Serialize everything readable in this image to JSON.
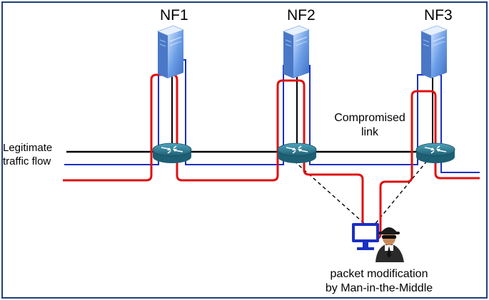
{
  "labels": {
    "nf1": "NF1",
    "nf2": "NF2",
    "nf3": "NF3",
    "legit_line1": "Legitimate",
    "legit_line2": "traffic flow",
    "compromised_line1": "Compromised",
    "compromised_line2": "link",
    "mitm_line1": "packet modification",
    "mitm_line2": "by Man-in-the-Middle"
  },
  "colors": {
    "frame": "#1f3f7a",
    "legitimate_path": "#1a2fc4",
    "attack_path": "#e01010",
    "backbone_link": "#000000",
    "router": "#2c7d95",
    "server": "#5a8fd8"
  },
  "icons": {
    "server": "server-icon",
    "router": "router-icon",
    "attacker": "hacker-computer-icon"
  }
}
